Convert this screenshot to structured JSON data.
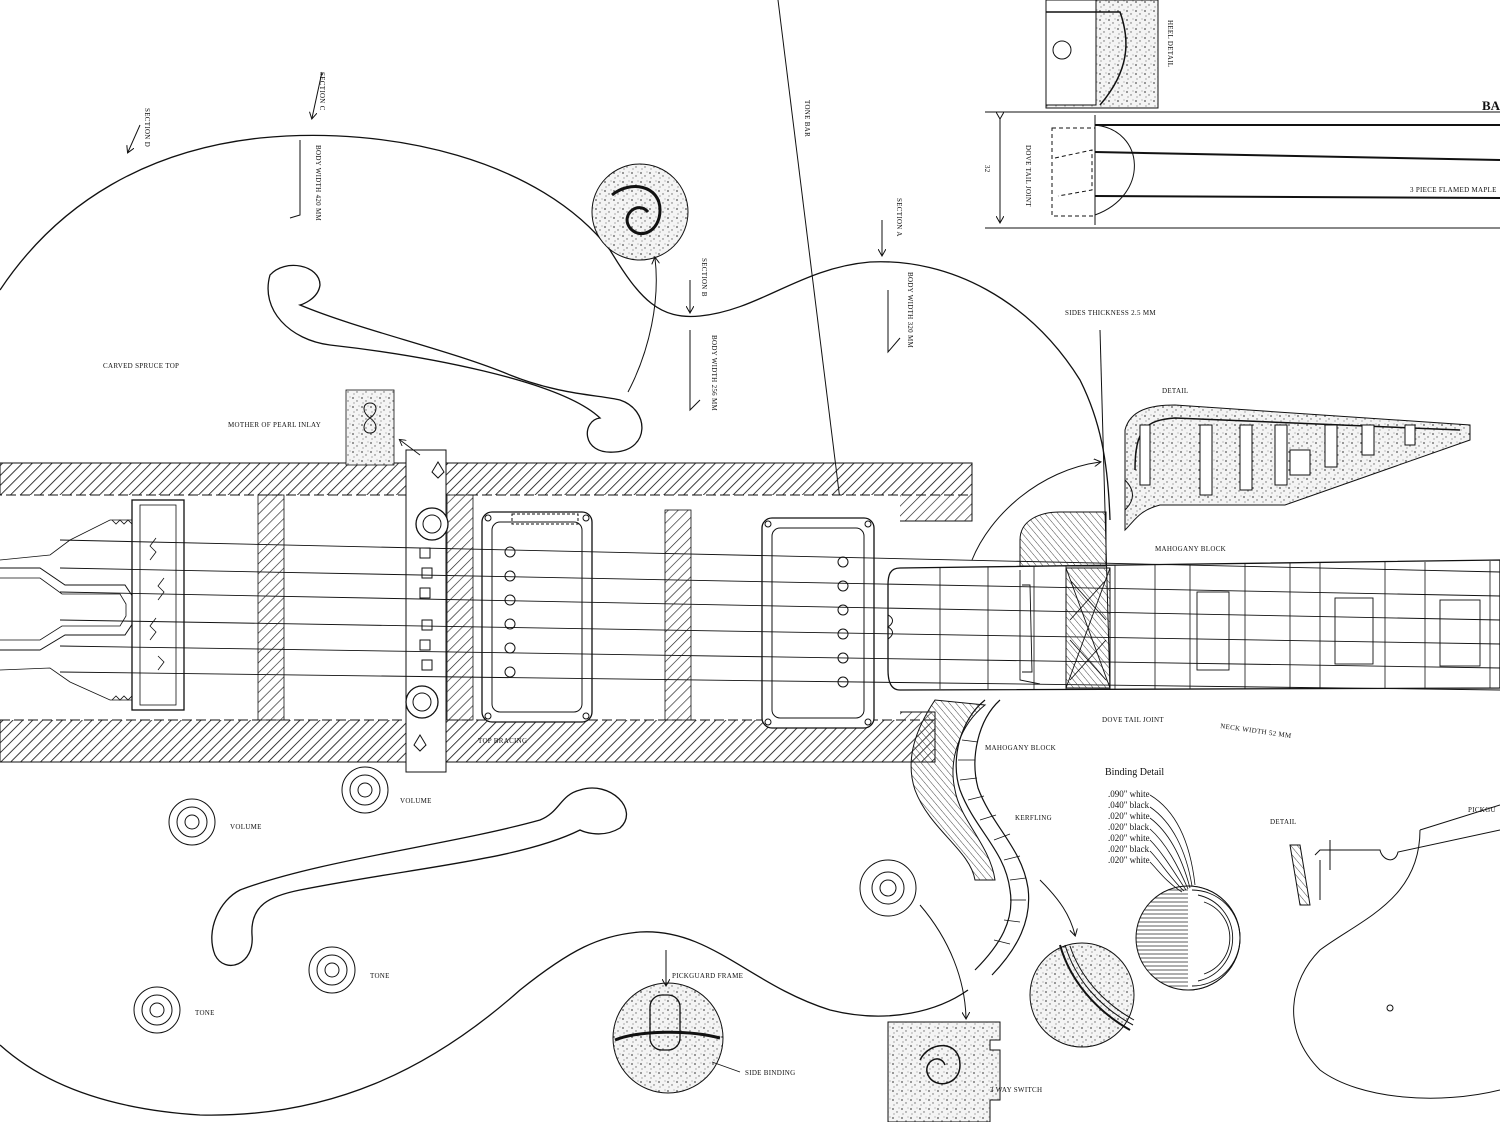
{
  "labels": {
    "section_d": "SECTION D",
    "section_c": "SECTION C",
    "section_b": "SECTION B",
    "section_a": "SECTION A",
    "body_width_c": "BODY WIDTH 420 MM",
    "body_width_b": "BODY WIDTH 256 MM",
    "body_width_a": "BODY WIDTH 320 MM",
    "tone_bar": "TONE BAR",
    "carved_top": "CARVED SPRUCE TOP",
    "pearl_inlay": "MOTHER OF PEARL INLAY",
    "heel_detail": "HEEL DETAIL",
    "dove_tail_side": "DOVE TAIL JOINT",
    "neck_dim": "32",
    "maple_neck": "3 PIECE FLAMED MAPLE",
    "ba_cut": "BA",
    "sides_thickness": "SIDES THICKNESS 2.5 MM",
    "detail_top": "DETAIL",
    "mahogany_block_1": "MAHOGANY BLOCK",
    "dove_tail_joint": "DOVE TAIL JOINT",
    "neck_width": "NECK WIDTH 52 MM",
    "top_bracing": "TOP BRACING",
    "mahogany_block_2": "MAHOGANY BLOCK",
    "kerfling": "KERFLING",
    "volume_1": "VOLUME",
    "volume_2": "VOLUME",
    "tone_1": "TONE",
    "tone_2": "TONE",
    "pickguard_frame": "PICKGUARD FRAME",
    "side_binding": "SIDE BINDING",
    "three_way_switch": "3 WAY SWITCH",
    "detail_right": "DETAIL",
    "pickguard_cut": "PICKGU"
  },
  "binding": {
    "title": "Binding Detail",
    "layers": [
      ".090\" white",
      ".040\" black",
      ".020\" white",
      ".020\" black",
      ".020\" white",
      ".020\" black",
      ".020\" white"
    ]
  }
}
